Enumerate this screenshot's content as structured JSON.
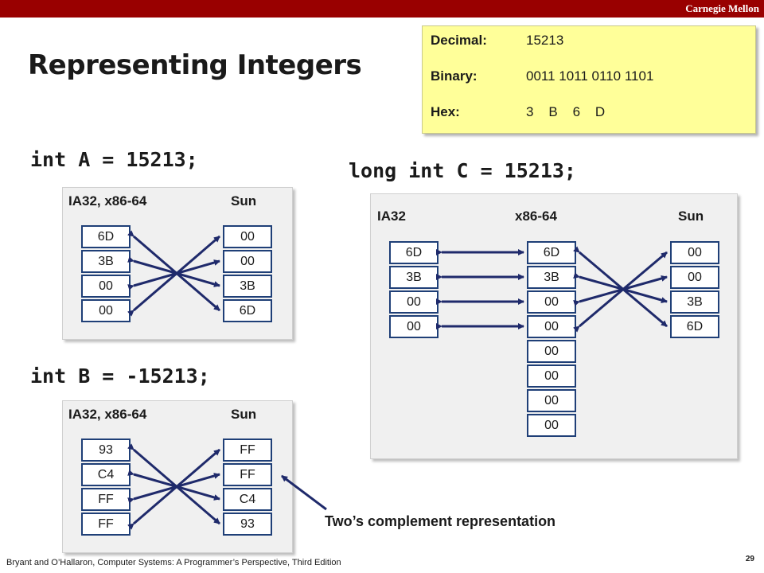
{
  "brand": "Carnegie Mellon",
  "title": "Representing Integers",
  "info": {
    "decimal_label": "Decimal:",
    "decimal_value": "15213",
    "binary_label": "Binary:",
    "binary_value": "0011 1011 0110 1101",
    "hex_label": "Hex:",
    "hex_value": "3    B    6    D"
  },
  "code_a": "int A = 15213;",
  "code_b": "int B = -15213;",
  "code_c": "long int C = 15213;",
  "panel_a": {
    "left_header": "IA32, x86-64",
    "right_header": "Sun",
    "left_bytes": [
      "6D",
      "3B",
      "00",
      "00"
    ],
    "right_bytes": [
      "00",
      "00",
      "3B",
      "6D"
    ]
  },
  "panel_b": {
    "left_header": "IA32, x86-64",
    "right_header": "Sun",
    "left_bytes": [
      "93",
      "C4",
      "FF",
      "FF"
    ],
    "right_bytes": [
      "FF",
      "FF",
      "C4",
      "93"
    ]
  },
  "panel_c": {
    "ia32_header": "IA32",
    "x86_header": "x86-64",
    "sun_header": "Sun",
    "ia32_bytes": [
      "6D",
      "3B",
      "00",
      "00"
    ],
    "x86_bytes": [
      "6D",
      "3B",
      "00",
      "00",
      "00",
      "00",
      "00",
      "00"
    ],
    "sun_bytes": [
      "00",
      "00",
      "3B",
      "6D"
    ]
  },
  "note": "Two’s complement representation",
  "footer": "Bryant and O’Hallaron, Computer Systems: A Programmer’s Perspective, Third Edition",
  "page_number": "29",
  "colors": {
    "topbar": "#990000",
    "infobox": "#ffff99",
    "panel": "#f0f0f0",
    "cell_border": "#1f3f77",
    "arrow": "#1f2a6b"
  }
}
